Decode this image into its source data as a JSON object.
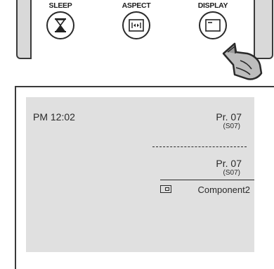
{
  "remote": {
    "buttons": [
      {
        "label": "SLEEP",
        "icon": "hourglass-icon"
      },
      {
        "label": "ASPECT",
        "icon": "aspect-ratio-icon"
      },
      {
        "label": "DISPLAY",
        "icon": "display-icon"
      }
    ]
  },
  "screen": {
    "clock": "PM 12:02",
    "channel_top": {
      "label": "Pr.  07",
      "sub": "(S07)"
    },
    "channel_bottom": {
      "label": "Pr.  07",
      "sub": "(S07)"
    },
    "input_source": {
      "label": "Component2",
      "icon": "input-source-icon"
    }
  },
  "colors": {
    "screen_bg": "#e0e0e0",
    "remote_bg": "#d9d9d9",
    "ink": "#2a2a2a"
  }
}
